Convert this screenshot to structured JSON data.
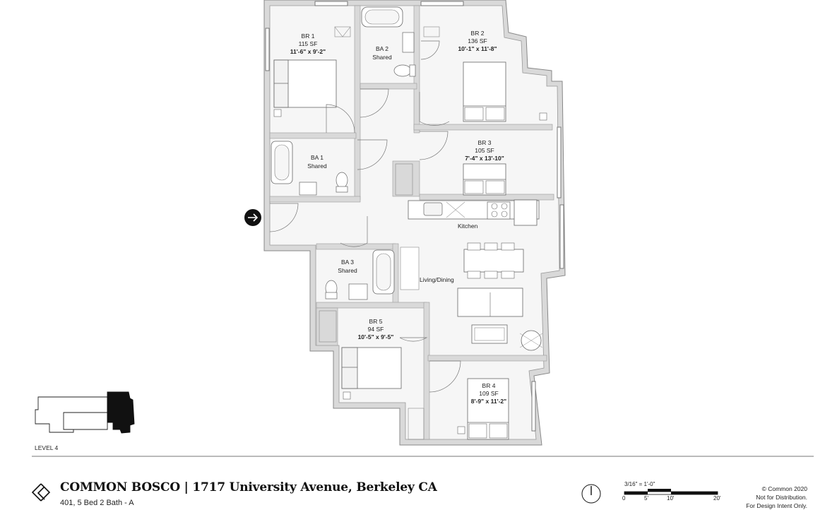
{
  "plan": {
    "level_label": "LEVEL 4",
    "rooms": {
      "br1": {
        "name": "BR 1",
        "area": "115 SF",
        "dims": "11'-6\" x 9'-2\""
      },
      "br2": {
        "name": "BR 2",
        "area": "136 SF",
        "dims": "10'-1\" x 11'-8\""
      },
      "br3": {
        "name": "BR 3",
        "area": "105 SF",
        "dims": "7'-4\" x 13'-10\""
      },
      "br4": {
        "name": "BR 4",
        "area": "109 SF",
        "dims": "8'-9\" x 11'-2\""
      },
      "br5": {
        "name": "BR 5",
        "area": "94 SF",
        "dims": "10'-5\" x 9'-5\""
      },
      "ba1": {
        "name": "BA 1",
        "note": "Shared"
      },
      "ba2": {
        "name": "BA 2",
        "note": "Shared"
      },
      "ba3": {
        "name": "BA 3",
        "note": "Shared"
      },
      "kitchen": {
        "name": "Kitchen"
      },
      "living": {
        "name": "Living/Dining"
      }
    },
    "entry_icon": "entry-arrow-icon"
  },
  "footer": {
    "title": "COMMON BOSCO | 1717 University Avenue, Berkeley CA",
    "subtitle": "401, 5 Bed 2 Bath - A",
    "logo_icon": "common-logo-icon",
    "north_icon": "north-arrow-icon",
    "scale_label": "3/16\" = 1'-0\"",
    "scale_ticks": [
      "0",
      "5'",
      "10'",
      "20'"
    ],
    "copyright": [
      "© Common 2020",
      "Not for Distribution.",
      "For Design Intent Only."
    ]
  }
}
